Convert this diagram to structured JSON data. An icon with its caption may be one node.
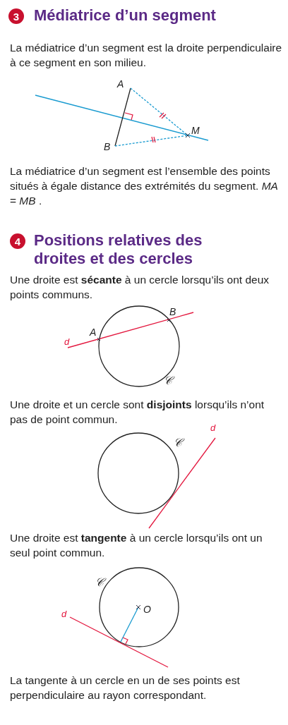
{
  "diagram": {
    "labels": [
      "3",
      "Médiatrice d’un segment",
      "La médiatrice d’un segment est la droite perpendiculaire à ce segment en son milieu.",
      "A",
      "M",
      "B",
      "La médiatrice d’un segment est l’ensemble des points situés à égale distance des extrémités du segment. *MA* = *MB* .",
      "4",
      "Positions relatives des droites et des cercles",
      "Une droite est **sécante** à un cercle lorsqu’ils ont deux points communs.",
      "B",
      "A",
      "d",
      "𝒞",
      "Une droite et un cercle sont **disjoints** lorsqu’ils n’ont pas de point commun.",
      "d",
      "𝒞",
      "Une droite est **tangente** à un cercle lorsqu’ils ont un seul point commun.",
      "𝒞",
      "O",
      "d",
      "La tangente à un cercle en un de ses points est perpendiculaire au rayon correspondant."
    ]
  }
}
